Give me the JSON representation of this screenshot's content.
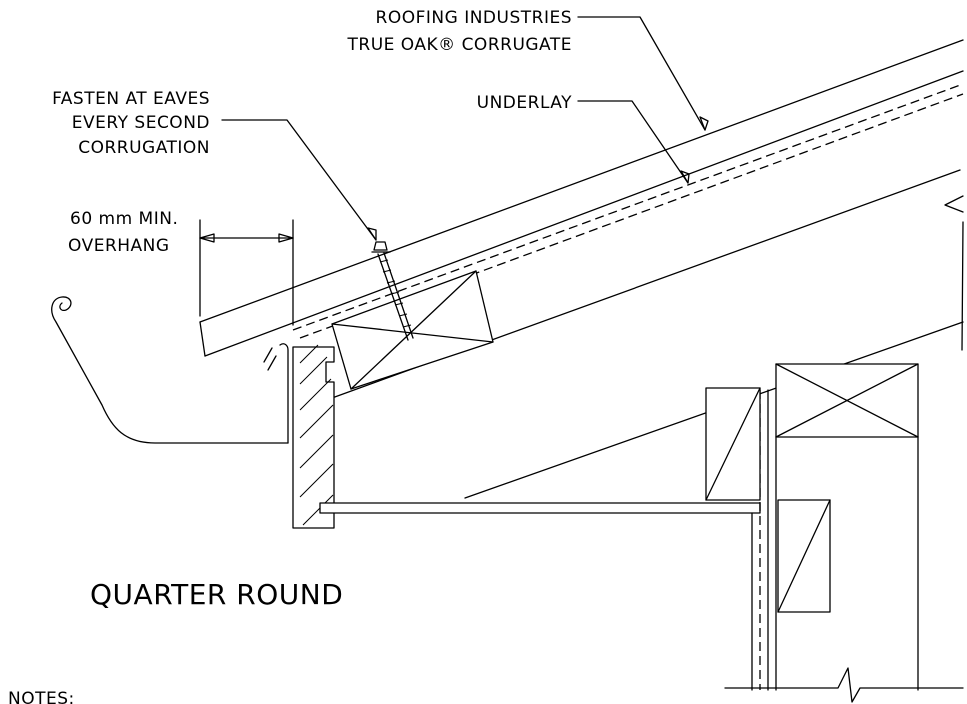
{
  "labels": {
    "cladding_line1": "ROOFING INDUSTRIES",
    "cladding_line2": "TRUE OAK® CORRUGATE",
    "fasten_line1": "FASTEN AT EAVES",
    "fasten_line2": "EVERY SECOND",
    "fasten_line3": "CORRUGATION",
    "underlay": "UNDERLAY",
    "overhang_line1": "60 mm MIN.",
    "overhang_line2": "OVERHANG",
    "title": "QUARTER ROUND",
    "notes": "NOTES:"
  }
}
